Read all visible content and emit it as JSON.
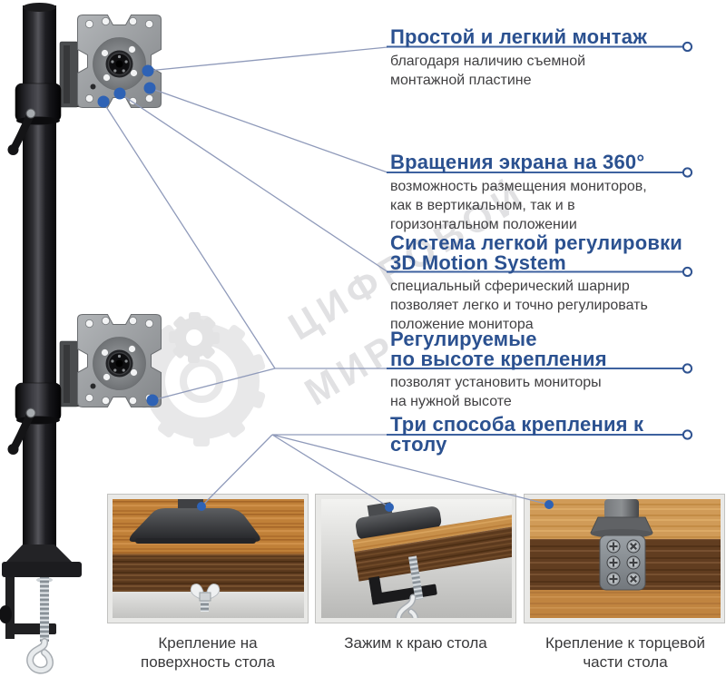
{
  "annotations": [
    {
      "title": "Простой и легкий монтаж",
      "body": "благодаря наличию съемной\nмонтажной пластине"
    },
    {
      "title": "Вращения экрана на 360°",
      "body": "возможность размещения мониторов,\nкак в вертикальном, так и в\nгоризонтальном положении"
    },
    {
      "title": "Система легкой регулировки",
      "title2": "3D Motion System",
      "body": "специальный сферический шарнир\nпозволяет легко и точно регулировать\nположение монитора"
    },
    {
      "title": "Регулируемые",
      "title2": "по высоте крепления",
      "body": "позволят установить мониторы\nна нужной высоте"
    },
    {
      "title": "Три способа крепления к столу",
      "body": ""
    }
  ],
  "mount_options": [
    {
      "caption": "Крепление на\nповерхность стола"
    },
    {
      "caption": "Зажим к краю стола"
    },
    {
      "caption": "Крепление к торцевой\nчасти стола"
    }
  ],
  "watermark": {
    "line1": "ЦИФРОВОЙ",
    "line2": "МИР"
  },
  "colors": {
    "heading": "#2b5190",
    "body_text": "#414042",
    "leader_line": "#8f9aba",
    "underline": "#3d619f",
    "callout_dot": "#2e62b5",
    "watermark": "#ced2d6"
  }
}
